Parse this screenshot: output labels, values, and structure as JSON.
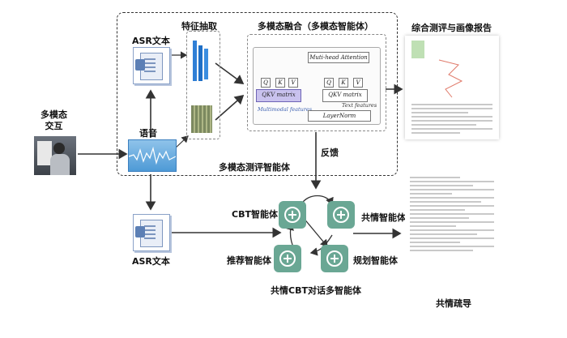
{
  "labels": {
    "multimodal_interaction": "多模态\n交互",
    "asr_text_top": "ASR文本",
    "feature_extraction": "特征抽取",
    "fusion_title": "多模态融合（多模态智能体）",
    "speech": "语音",
    "multimodal_eval_agent": "多模态测评智能体",
    "feedback": "反馈",
    "asr_text_bottom": "ASR文本",
    "cbt_agent": "CBT智能体",
    "empathy_agent": "共情智能体",
    "recommend_agent": "推荐智能体",
    "planning_agent": "规划智能体",
    "multi_agent_title": "共情CBT对话多智能体",
    "report_title": "综合测评与画像报告",
    "empathy_guidance": "共情疏导"
  },
  "fusion": {
    "multi_head_attention": "Muti-head Attention",
    "qkv_matrix_left": "QKV matrix",
    "qkv_matrix_right": "QKV matrix",
    "multimodal_features": "Multimodal features",
    "text_features": "Text features",
    "layer_norm": "LayerNorm",
    "q": "Q",
    "k": "K",
    "v": "V"
  },
  "icons": [
    "robot-icon",
    "document-icon",
    "speaker-icon",
    "waveform-icon",
    "video-frame-icon"
  ],
  "colors": {
    "agent_green": "#6aa794",
    "feature_blue": "#2f7fd6",
    "qkv_purple": "#c9c2ee"
  }
}
